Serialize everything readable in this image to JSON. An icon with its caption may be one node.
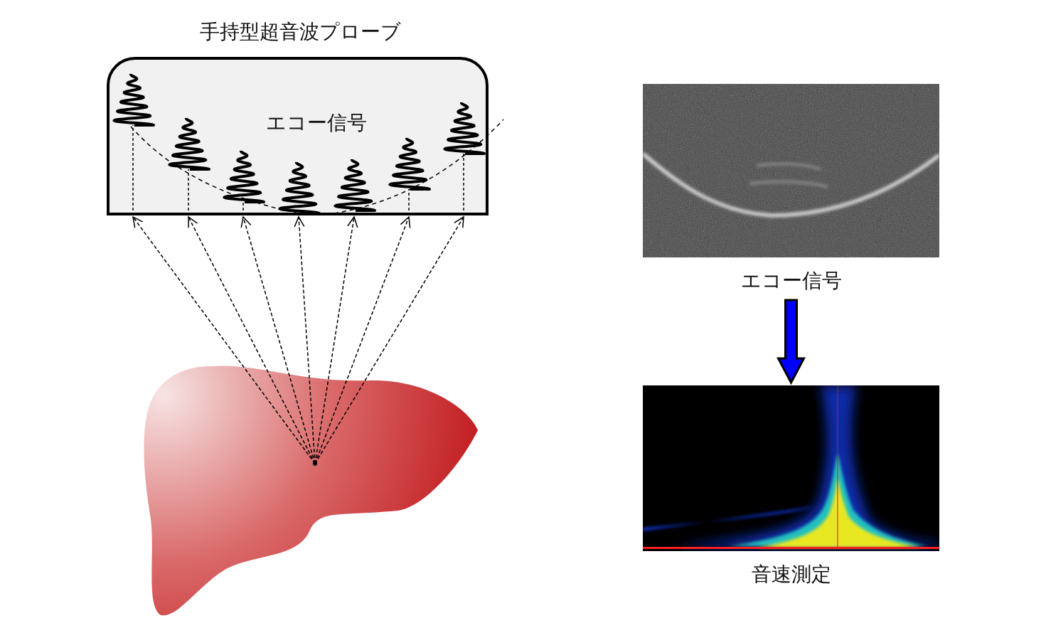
{
  "diagram": {
    "nodes": [
      {
        "text": [
          "手持型超音波プローブ",
          "エコー信号"
        ]
      },
      {
        "text": [],
        "shape": "picture"
      },
      {
        "text": [],
        "shape": "circle",
        "in": 1
      },
      {
        "text": [],
        "shape": "picture",
        "beside": [
          "エコー信号"
        ]
      },
      {
        "text": [],
        "shape": "picture",
        "beside": [
          "音速測定"
        ]
      }
    ],
    "edges": [
      {
        "from": 2,
        "to": 0,
        "arrow": "to",
        "style": "dashed"
      },
      {
        "from": 2,
        "to": 0,
        "arrow": "to",
        "style": "dashed"
      },
      {
        "from": 2,
        "to": 0,
        "arrow": "to",
        "style": "dashed"
      },
      {
        "from": 2,
        "to": 0,
        "arrow": "to",
        "style": "dashed"
      },
      {
        "from": 2,
        "to": 0,
        "arrow": "to",
        "style": "dashed"
      },
      {
        "from": 2,
        "to": 0,
        "arrow": "to",
        "style": "dashed"
      },
      {
        "from": 2,
        "to": 0,
        "arrow": "to",
        "style": "dashed"
      },
      {
        "from": 3,
        "to": 4,
        "arrow": "to",
        "style": "thick",
        "color": "#0000ff"
      }
    ]
  }
}
